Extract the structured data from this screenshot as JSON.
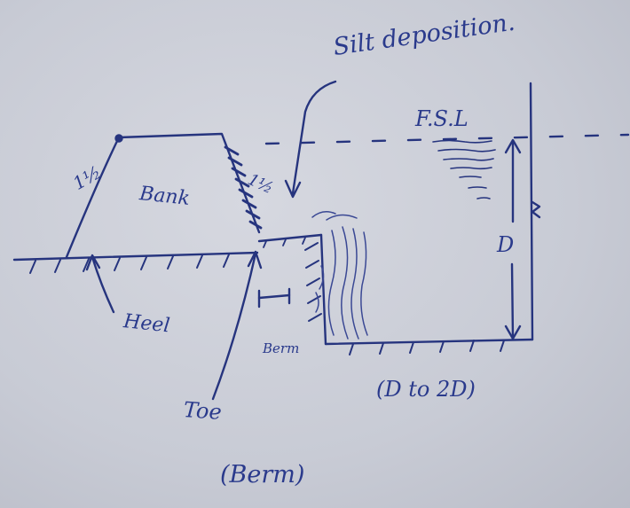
{
  "labels": {
    "silt": "Silt deposition.",
    "fsl": "F.S.L",
    "bank": "Bank",
    "slope_left": "1½",
    "slope_right": "1½",
    "depth": "D",
    "heel": "Heel",
    "toe": "Toe",
    "berm_small": "Berm",
    "berm_width": "(D to 2D)",
    "caption": "(Berm)"
  },
  "colors": {
    "paper": "#c9ccd6",
    "ink": "#2a3a8c",
    "ink_dark": "#1e2a6e"
  }
}
